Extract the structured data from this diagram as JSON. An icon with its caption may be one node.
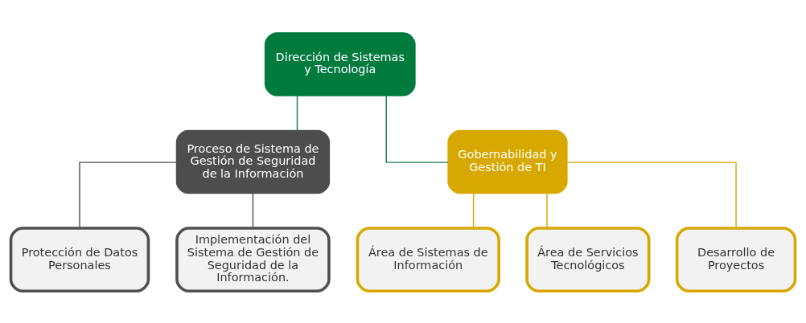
{
  "diagram": {
    "nodes": [
      {
        "text": [
          "Dirección de Sistemas y Tecnología"
        ]
      },
      {
        "text": [
          "Proceso de Sistema de Gestión de Seguridad de la Información"
        ]
      },
      {
        "text": [
          "Gobernabilidad y Gestión de TI"
        ]
      },
      {
        "text": [
          "Protección de Datos Personales"
        ]
      },
      {
        "text": [
          "Implementación del Sistema de Gestión de Seguridad de la Información."
        ]
      },
      {
        "text": [
          "Área de Sistemas de Información"
        ]
      },
      {
        "text": [
          "Área de Servicios Tecnológicos"
        ]
      },
      {
        "text": [
          "Desarrollo de Proyectos"
        ]
      }
    ],
    "edges": [
      {
        "from": 0,
        "to": 1,
        "arrow": "none",
        "color": "#1a7a4a"
      },
      {
        "from": 0,
        "to": 2,
        "arrow": "none",
        "color": "#1a7a4a"
      },
      {
        "from": 1,
        "to": 3,
        "arrow": "none",
        "color": "#505050"
      },
      {
        "from": 1,
        "to": 4,
        "arrow": "none",
        "color": "#505050"
      },
      {
        "from": 2,
        "to": 5,
        "arrow": "none"
      },
      {
        "from": 2,
        "to": 6,
        "arrow": "none"
      },
      {
        "from": 2,
        "to": 7,
        "arrow": "none"
      }
    ]
  }
}
